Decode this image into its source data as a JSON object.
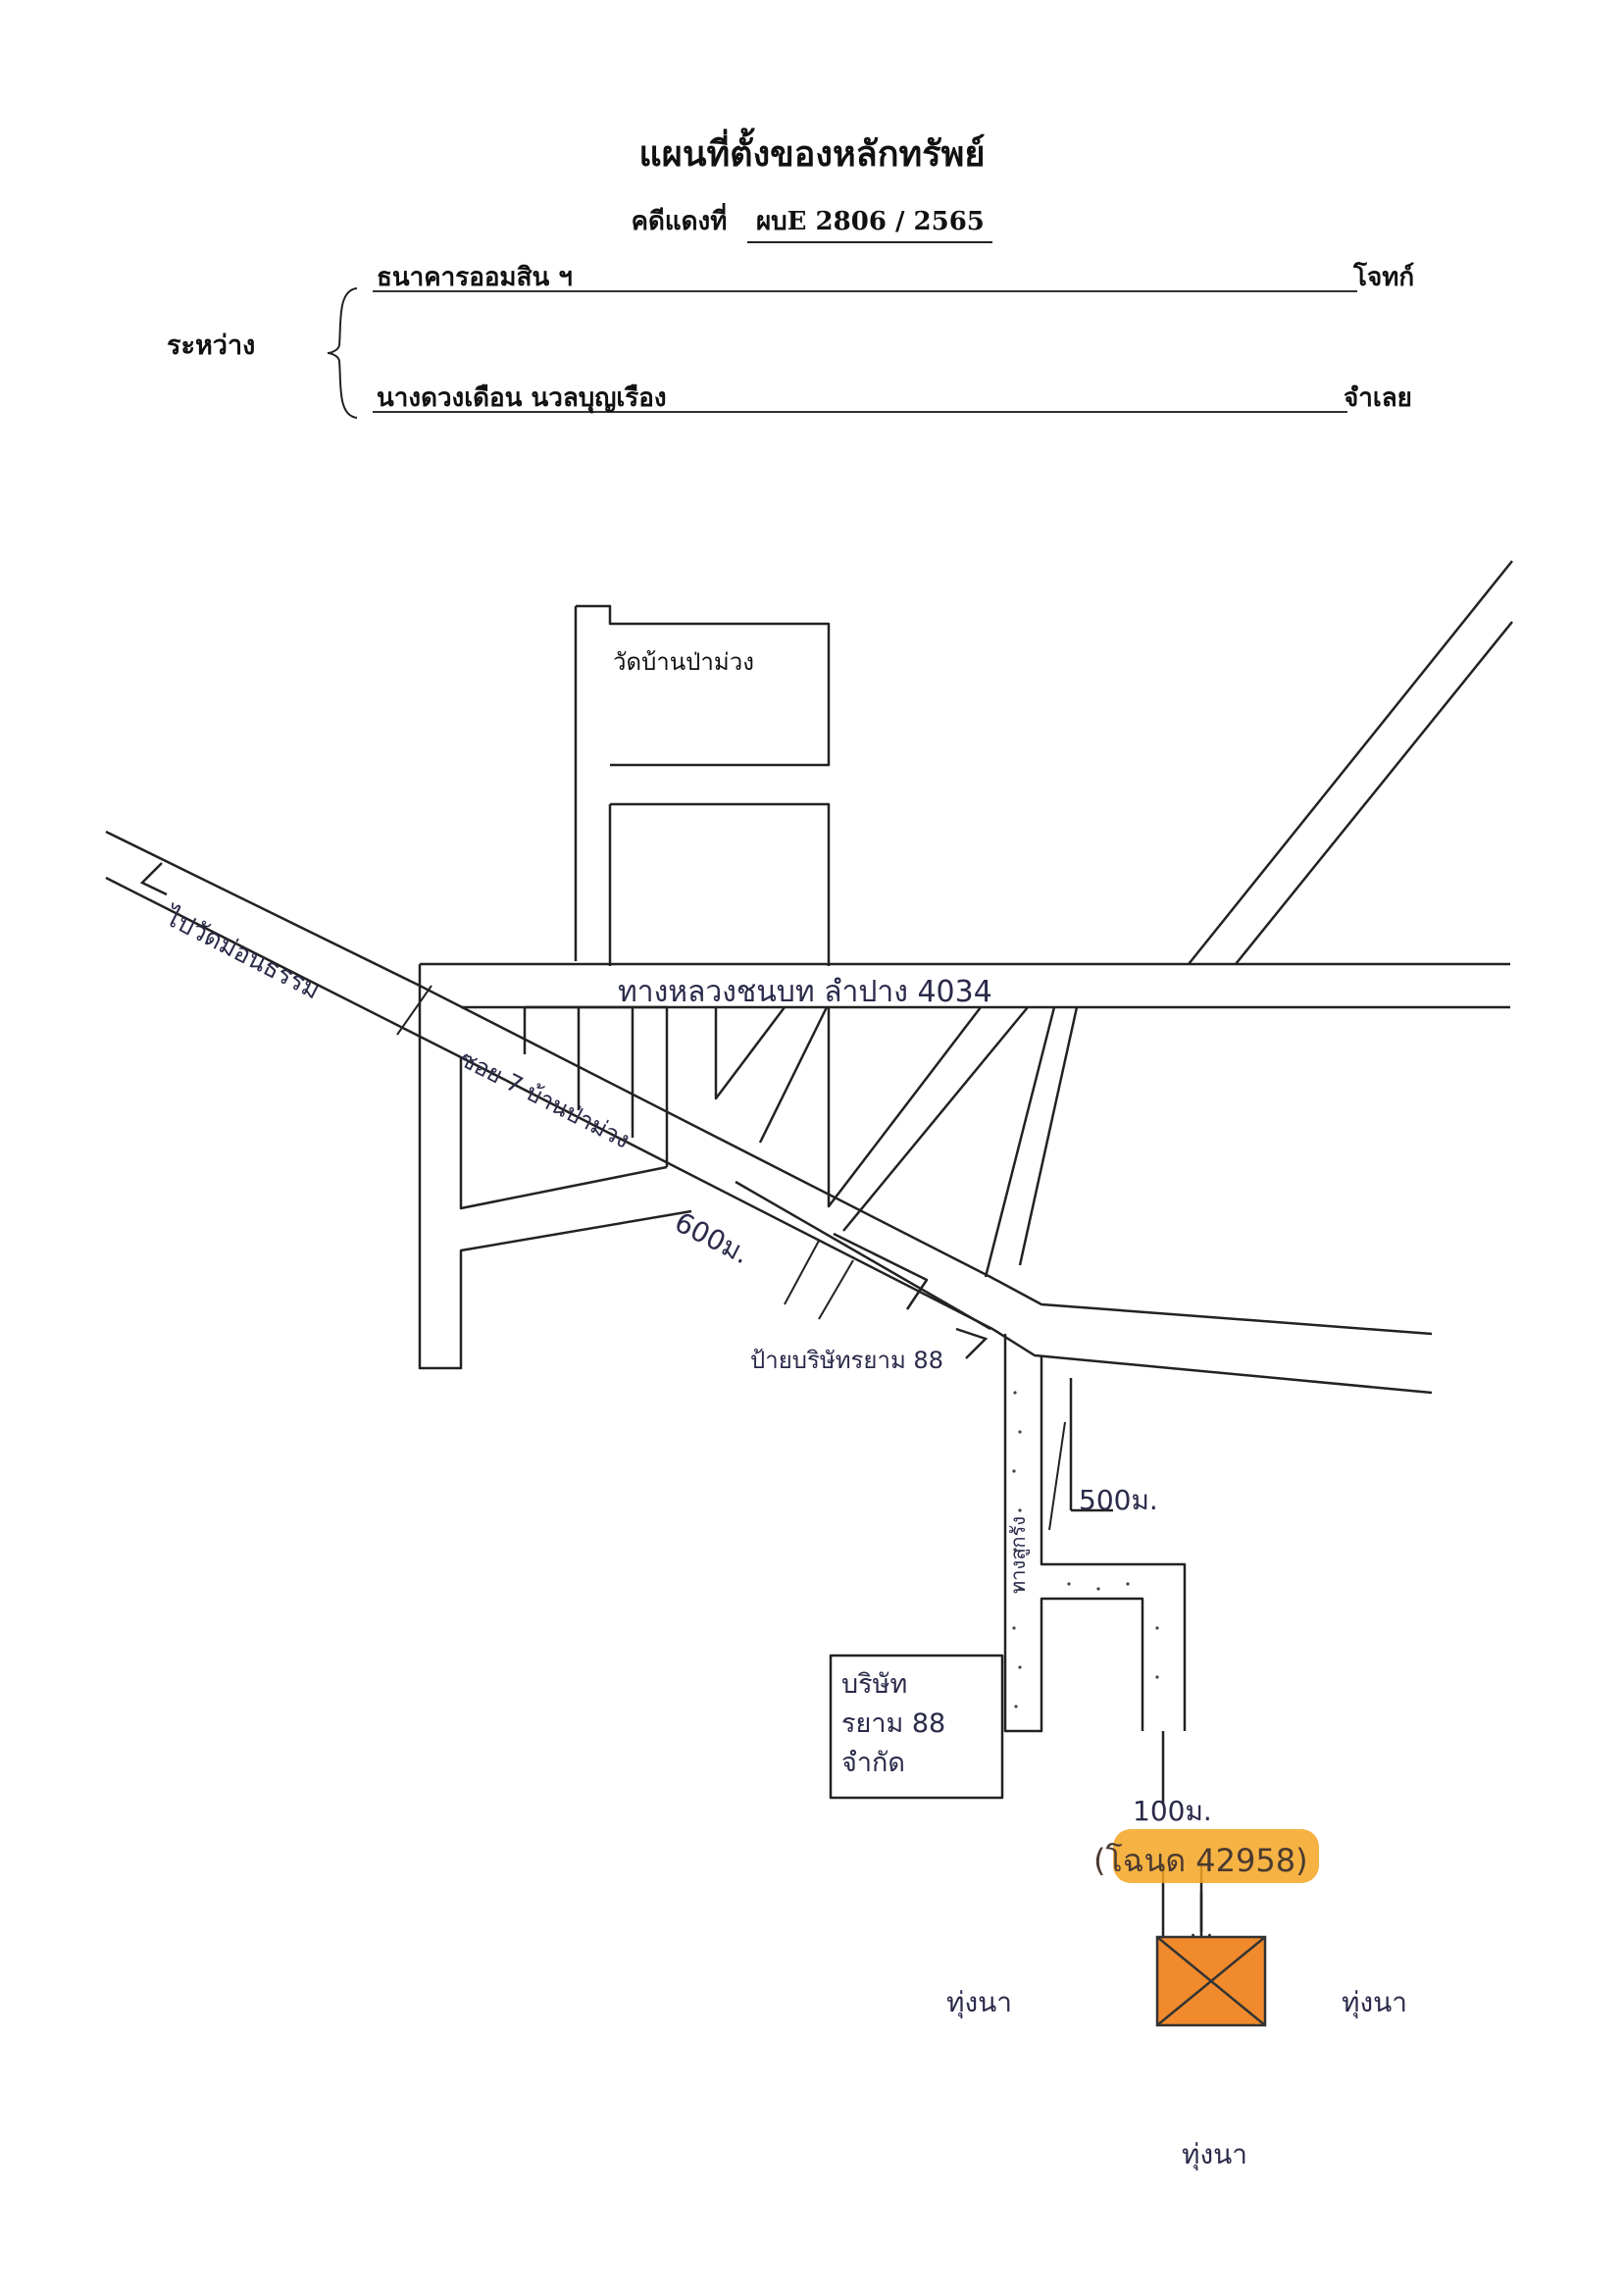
{
  "header": {
    "title": "แผนที่ตั้งของหลักทรัพย์",
    "case_label": "คดีแดงที่",
    "case_number": "ผบE 2806 / 2565",
    "between_label": "ระหว่าง",
    "plaintiff": "ธนาคารออมสิน ฯ",
    "plaintiff_role": "โจทก์",
    "defendant": "นางดวงเดือน นวลบุญเรือง",
    "defendant_role": "จำเลย"
  },
  "map": {
    "temple_label": "วัดบ้านป่าม่วง",
    "road_to_left": "ไปวัดม่อนธรรม",
    "main_road": "ทางหลวงชนบท ลำปาง 4034",
    "soi_label": "ซอย 7 บ้านป่าม่วง",
    "distance_600": "600ม.",
    "sign_label": "ป้ายบริษัทรยาม 88",
    "concrete_road": "ทางลูกรัง",
    "distance_500": "500ม.",
    "company_label": [
      "บริษัท",
      "รยาม 88",
      "จำกัด"
    ],
    "distance_100": "100ม.",
    "deed_number": "(โฉนด 42958)",
    "neighbors": {
      "west": "ทุ่งนา",
      "east": "ทุ่งนา",
      "south": "ทุ่งนา"
    },
    "colors": {
      "highlight": "#f5a623",
      "parcel_fill": "#f08a2c",
      "ink": "#222222"
    }
  }
}
